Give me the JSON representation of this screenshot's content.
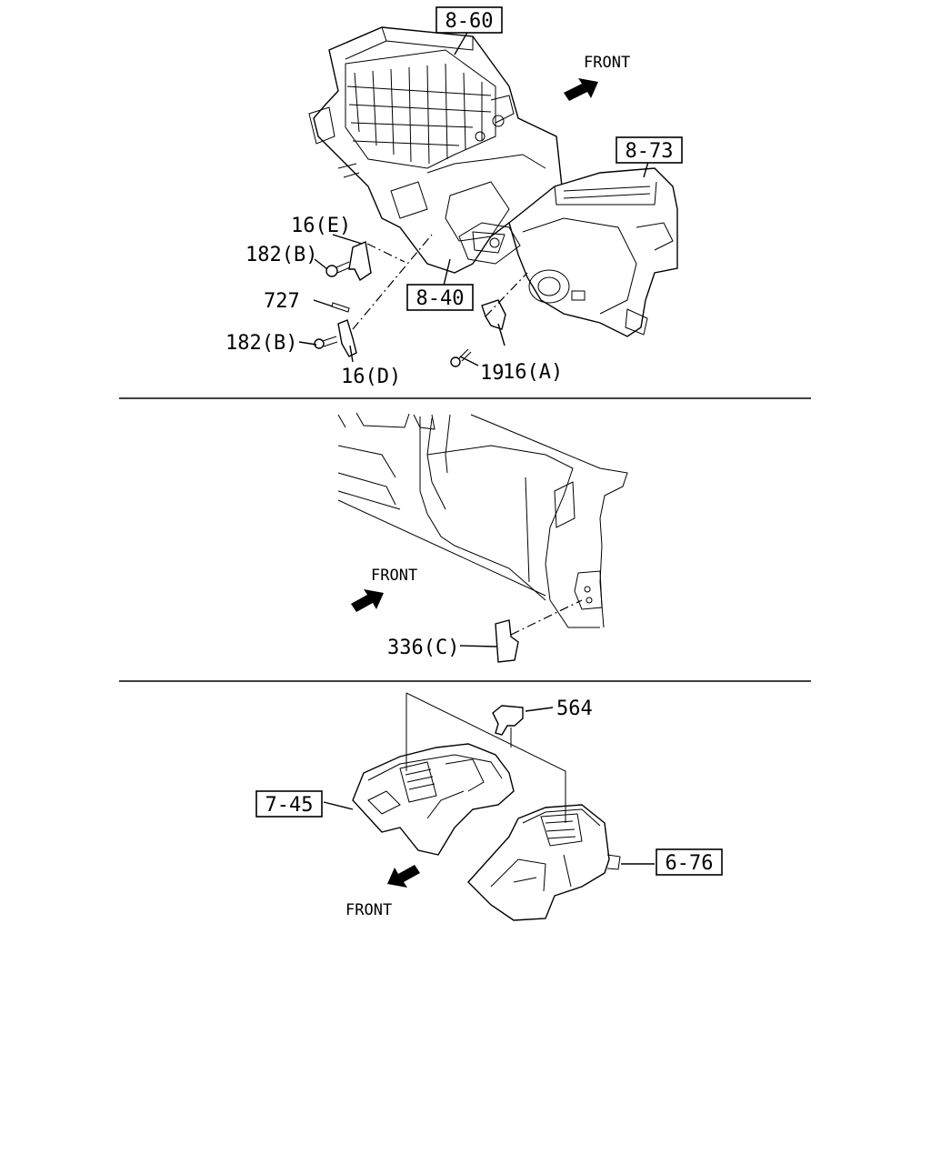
{
  "sections": [
    {
      "name": "hvac-unit",
      "front_label": "FRONT",
      "boxed_refs": [
        "8-60",
        "8-73",
        "8-40"
      ],
      "callouts": [
        "16(E)",
        "182(B)",
        "727",
        "182(B)",
        "16(D)",
        "16(A)",
        "19"
      ]
    },
    {
      "name": "dash-panel",
      "front_label": "FRONT",
      "callouts": [
        "336(C)"
      ]
    },
    {
      "name": "console",
      "front_label": "FRONT",
      "boxed_refs": [
        "7-45",
        "6-76"
      ],
      "callouts": [
        "564"
      ]
    }
  ]
}
